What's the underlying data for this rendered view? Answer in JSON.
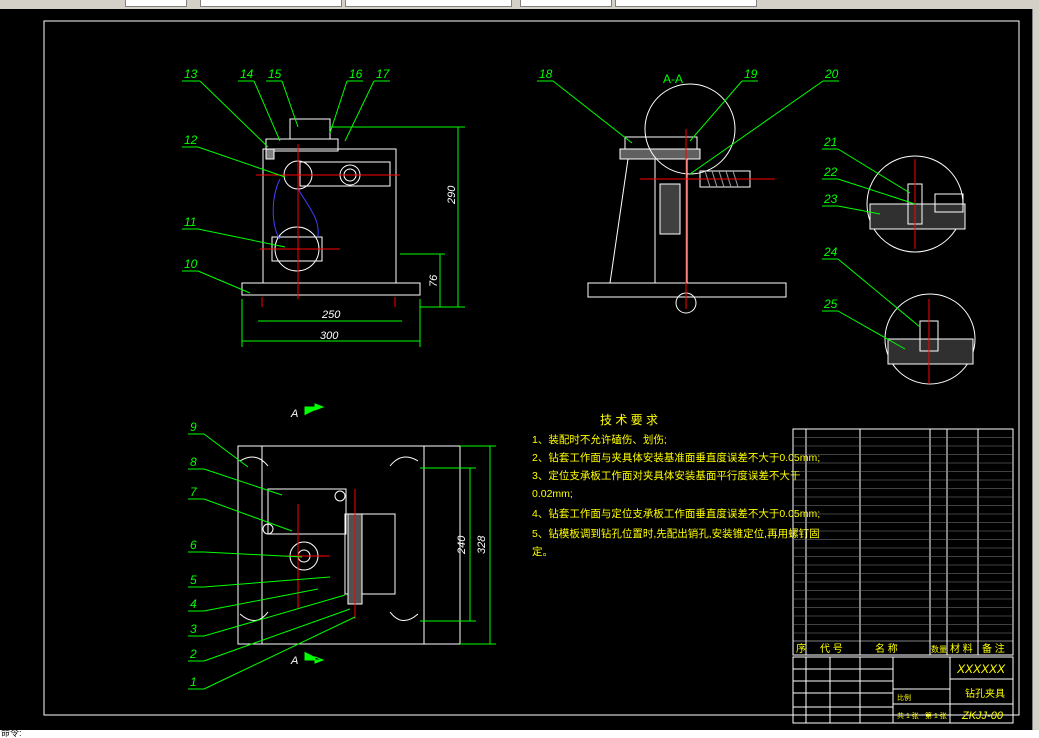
{
  "window": {
    "command_prompt": "命令:"
  },
  "drawing": {
    "balloons": [
      "1",
      "2",
      "3",
      "4",
      "5",
      "6",
      "7",
      "8",
      "9",
      "10",
      "11",
      "12",
      "13",
      "14",
      "15",
      "16",
      "17",
      "18",
      "19",
      "20",
      "21",
      "22",
      "23",
      "24",
      "25"
    ],
    "dimensions": {
      "d300": "300",
      "d250": "250",
      "d290": "290",
      "d76": "76",
      "d240": "240",
      "d328": "328"
    },
    "section_label": "A-A",
    "section_marker": "A"
  },
  "notes": {
    "title": "技 术 要 求",
    "lines": [
      "1、装配时不允许磕伤、划伤;",
      "2、钻套工作面与夹具体安装基准面垂直度误差不大于0.05mm;",
      "3、定位支承板工作面对夹具体安装基面平行度误差不大于",
      "0.02mm;",
      "4、钻套工作面与定位支承板工作面垂直度误差不大于0.05mm;",
      "5、钻模板调到钻孔位置时,先配出销孔,安装锥定位,再用螺钉固",
      "定。"
    ]
  },
  "bom": {
    "header": [
      "序",
      "代 号",
      "名 称",
      "数量",
      "材 料",
      "备 注"
    ]
  },
  "title_block": {
    "company": "XXXXXX",
    "name": "钻孔夹具",
    "code": "ZKJJ-00",
    "scale_label": "比例",
    "sheets": "共 1 张",
    "sheet_no": "第 1 张"
  },
  "colors": {
    "frame": "#ffffff",
    "dim": "#00ff00",
    "center": "#ff0000",
    "leader": "#00ff00"
  }
}
